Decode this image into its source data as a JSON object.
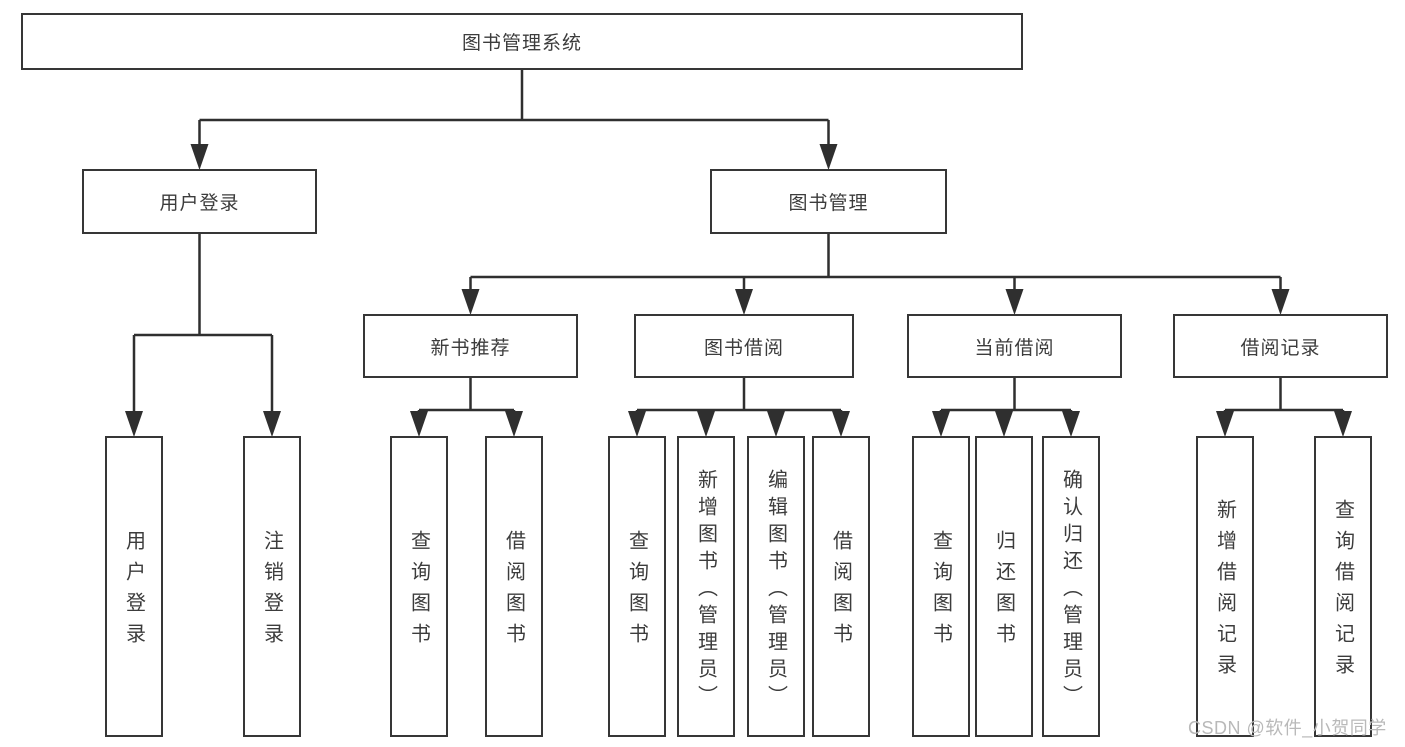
{
  "diagram": {
    "nodes": {
      "root": "图书管理系统",
      "user_login": "用户登录",
      "book_management": "图书管理",
      "new_book_recommend": "新书推荐",
      "book_borrow": "图书借阅",
      "current_borrow": "当前借阅",
      "borrow_records": "借阅记录"
    },
    "leaves": {
      "user_login": [
        "用户登录",
        "注销登录"
      ],
      "new_book_recommend": [
        "查询图书",
        "借阅图书"
      ],
      "book_borrow": [
        "查询图书",
        "新增图书（管理员）",
        "编辑图书（管理员）",
        "借阅图书"
      ],
      "current_borrow": [
        "查询图书",
        "归还图书",
        "确认归还（管理员）"
      ],
      "borrow_records": [
        "新增借阅记录",
        "查询借阅记录"
      ]
    },
    "watermark": "CSDN @软件_小贺同学",
    "colors": {
      "line": "#2f2f2f",
      "border": "#363636",
      "text": "#3c3c3c",
      "watermark": "#b9b9b9",
      "background": "#ffffff"
    }
  }
}
